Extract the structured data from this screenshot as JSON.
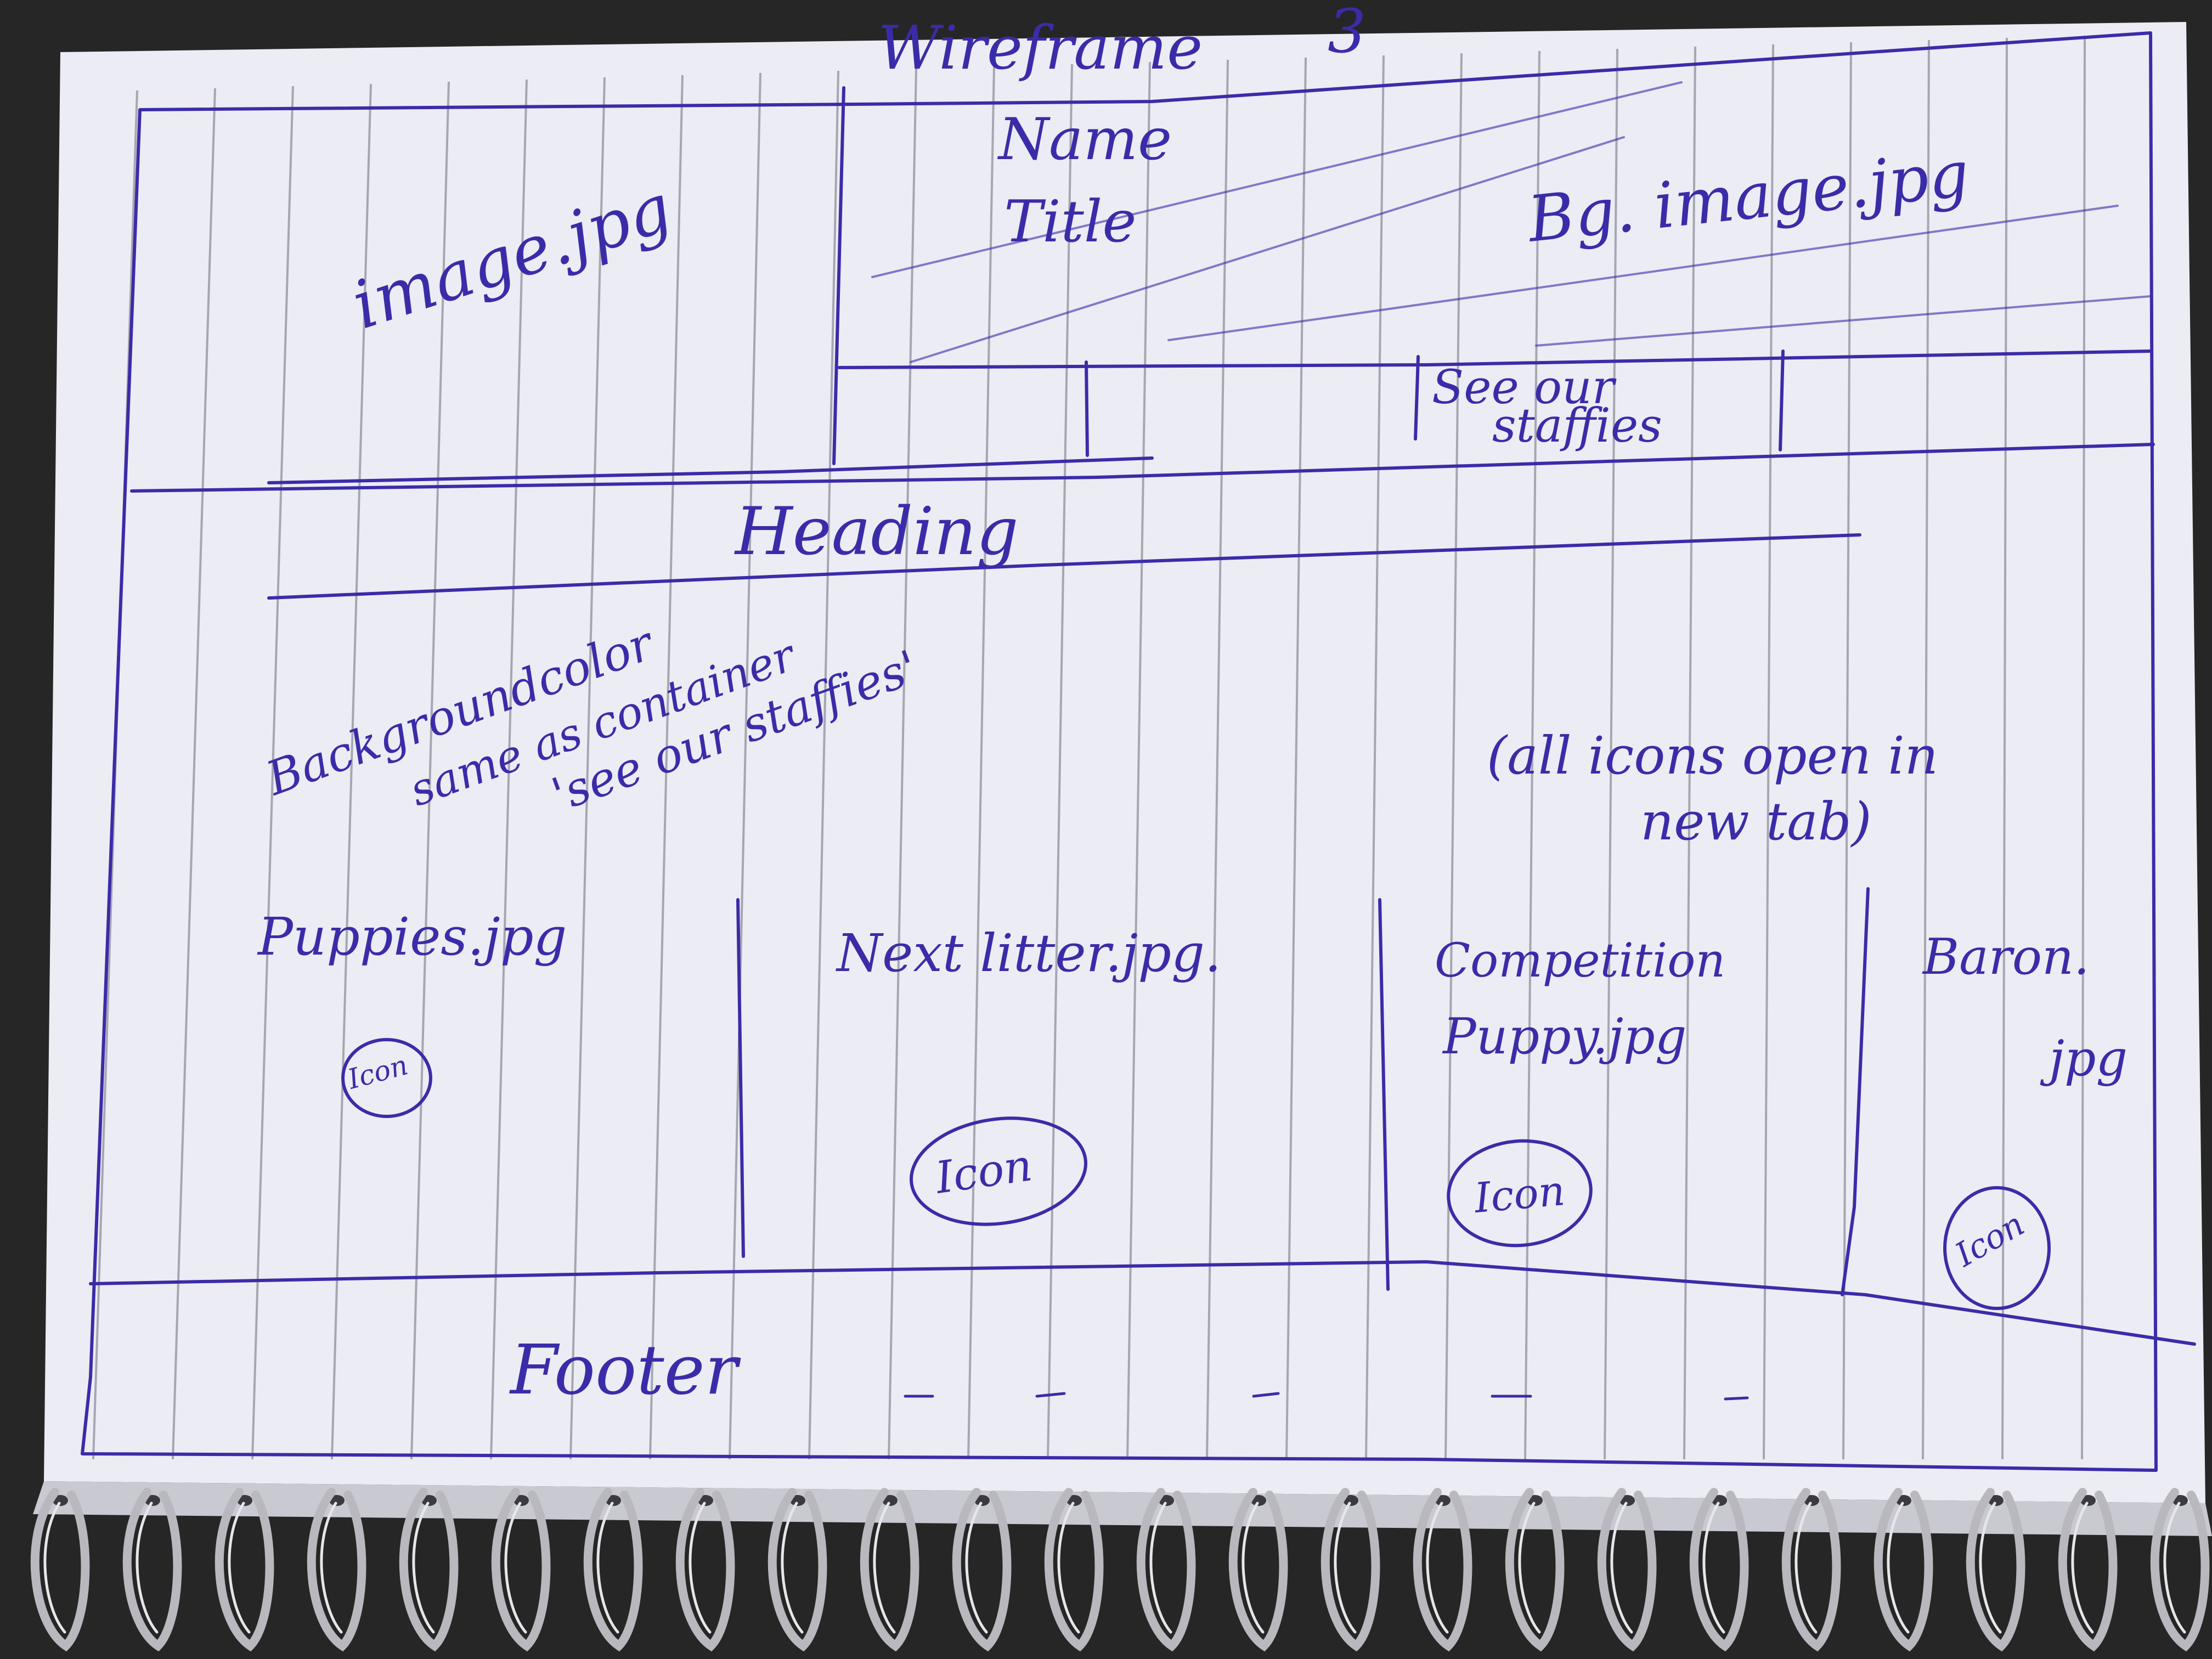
{
  "title": "Wireframe",
  "title_number": "3",
  "hero": {
    "image_label": "image.jpg",
    "name_label": "Name",
    "title_label": "Title",
    "bg_label": "Bg. image.jpg",
    "button_label_line1": "See our",
    "button_label_line2": "staffies"
  },
  "content": {
    "heading": "Heading",
    "note_line1": "Backgroundcolor",
    "note_line2": "same as container",
    "note_line3": "'see our staffies'",
    "icons_note_line1": "(all icons open in",
    "icons_note_line2": "new tab)"
  },
  "cards": [
    {
      "image_label": "Puppies.jpg",
      "image_label_line2": "",
      "icon_label": "Icon"
    },
    {
      "image_label": "Next litter.jpg.",
      "image_label_line2": "",
      "icon_label": "Icon"
    },
    {
      "image_label": "Competition",
      "image_label_line2": "Puppy.jpg",
      "icon_label": "Icon"
    },
    {
      "image_label": "Baron.",
      "image_label_line2": "jpg",
      "icon_label": "Icon"
    }
  ],
  "footer": {
    "label": "Footer"
  },
  "colors": {
    "ink": "#3a2ca8",
    "paper": "#eeeef6",
    "rule": "#8a8a96",
    "background": "#2a2a2a",
    "coil": "#b8b8be"
  }
}
